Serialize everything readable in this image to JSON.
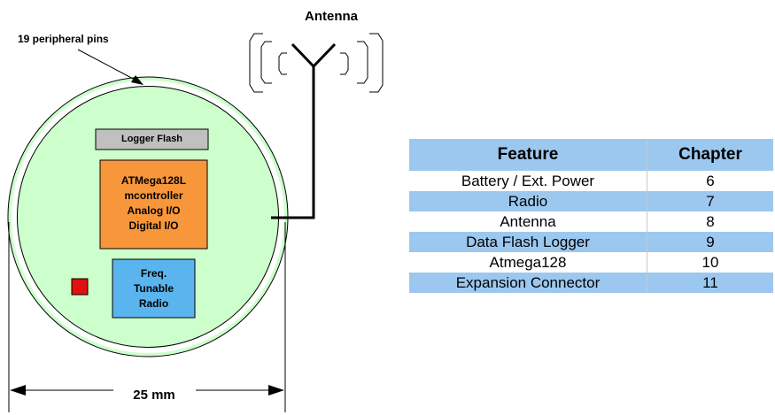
{
  "labels": {
    "antenna": "Antenna",
    "peripheral_pins": "19 peripheral pins",
    "logger_flash": "Logger Flash",
    "mcu_lines": [
      "ATMega128L",
      "mcontroller",
      "Analog I/O",
      "Digital I/O"
    ],
    "radio_lines": [
      "Freq.",
      "Tunable",
      "Radio"
    ],
    "dimension": "25 mm"
  },
  "table": {
    "headers": [
      "Feature",
      "Chapter"
    ],
    "rows": [
      {
        "feature": "Battery / Ext. Power",
        "chapter": "6"
      },
      {
        "feature": "Radio",
        "chapter": "7"
      },
      {
        "feature": "Antenna",
        "chapter": "8"
      },
      {
        "feature": "Data Flash Logger",
        "chapter": "9"
      },
      {
        "feature": "Atmega128",
        "chapter": "10"
      },
      {
        "feature": "Expansion Connector",
        "chapter": "11"
      }
    ]
  },
  "colors": {
    "board_fill": "#ccffcc",
    "mcu_fill": "#f7963b",
    "radio_fill": "#5ab4ee",
    "flash_fill": "#c0c0c0",
    "led_fill": "#e01010",
    "table_accent": "#9cc8ef"
  }
}
